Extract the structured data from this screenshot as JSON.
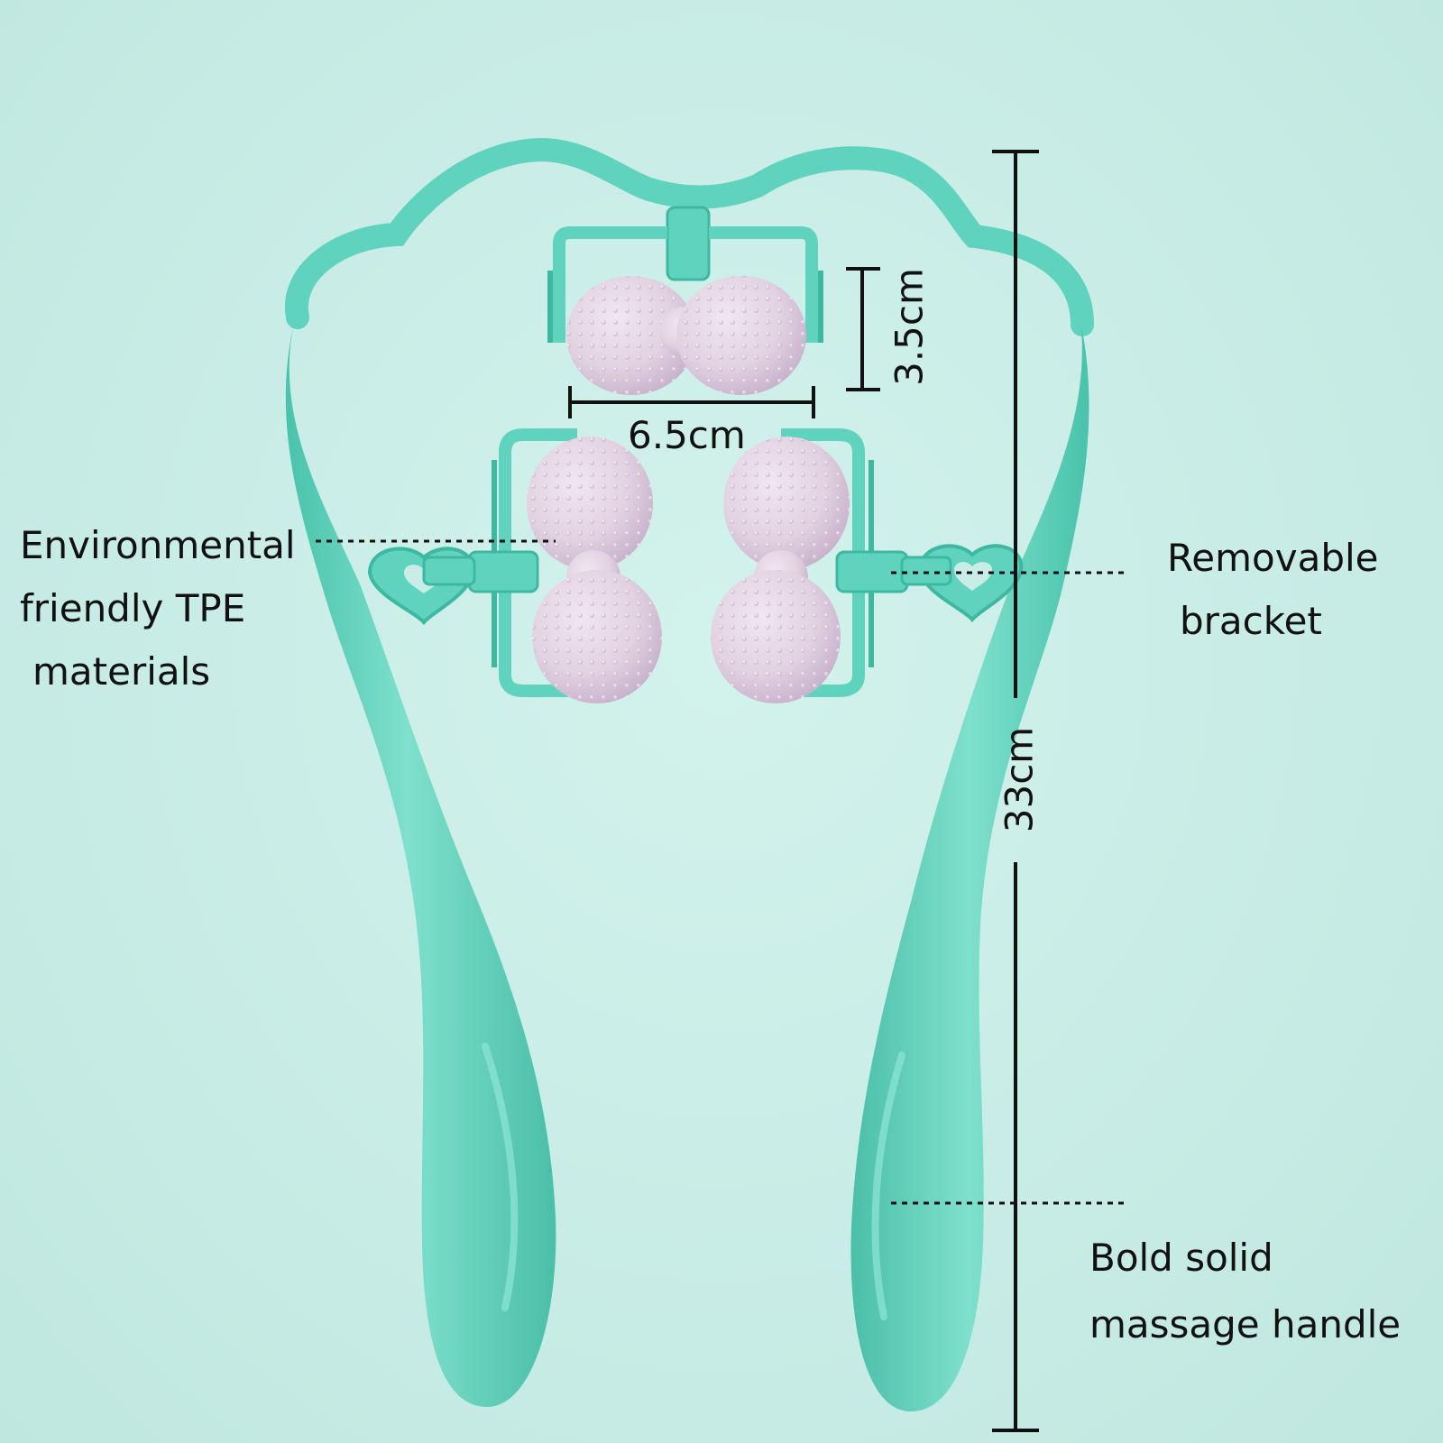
{
  "image": {
    "subject": "neck and shoulder roller massager",
    "background_color": "#c9ede6",
    "frame_color": "#5fd3bd",
    "frame_shadow_color": "#3fb8a1",
    "ball_color": "#e6d8e6",
    "ball_shadow_color": "#cbb6cf",
    "annotation_color": "#111111"
  },
  "dimensions": {
    "width": "6.5cm",
    "height": "3.5cm",
    "total_length": "33cm"
  },
  "callouts": {
    "material": {
      "lines": [
        "Environmental",
        "friendly TPE",
        "materials"
      ]
    },
    "bracket": {
      "lines": [
        "Removable",
        "bracket"
      ]
    },
    "handle": {
      "lines": [
        "Bold solid",
        "massage handle"
      ]
    }
  }
}
